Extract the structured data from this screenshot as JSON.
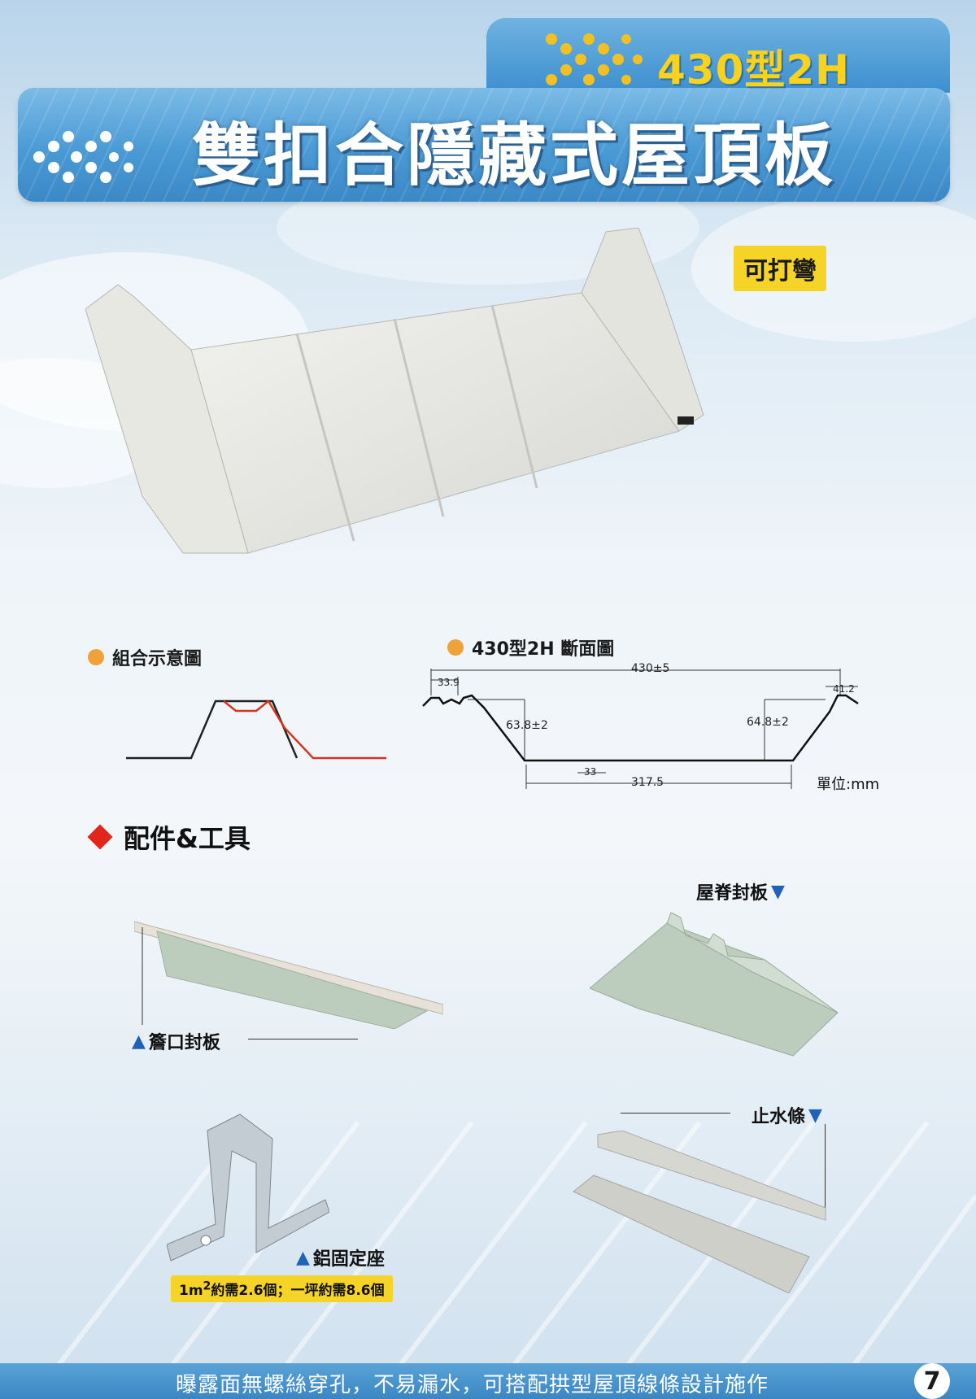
{
  "header": {
    "model_label": "430型2H",
    "title": "雙扣合隱藏式屋頂板"
  },
  "badge": {
    "label": "可打彎"
  },
  "sections": {
    "assembly_diagram": "組合示意圖",
    "cross_section": "430型2H  斷面圖",
    "accessories": "配件&工具"
  },
  "dimensions": {
    "total_width": "430±5",
    "left_rib": "33.9",
    "right_rib": "41.2",
    "left_height": "63.8±2",
    "right_height": "64.8±2",
    "center_rib": "33",
    "flat_width": "317.5",
    "unit": "單位:mm"
  },
  "parts": {
    "ridge_cap": "屋脊封板",
    "eave_closure": "簷口封板",
    "clip": "鋁固定座",
    "water_stop": "止水條"
  },
  "clip_note": {
    "prefix": "1m",
    "sup": "2",
    "suffix": "約需2.6個；一坪約需8.6個"
  },
  "footer": {
    "text": "曝露面無螺絲穿孔，不易漏水，可搭配拱型屋頂線條設計施作",
    "page_number": "7"
  },
  "colors": {
    "banner_blue": "#4a9ad5",
    "accent_yellow": "#f6d427",
    "orange_dot": "#f0a23a",
    "red_diamond": "#e2261c",
    "triangle_blue": "#1f63b8"
  }
}
